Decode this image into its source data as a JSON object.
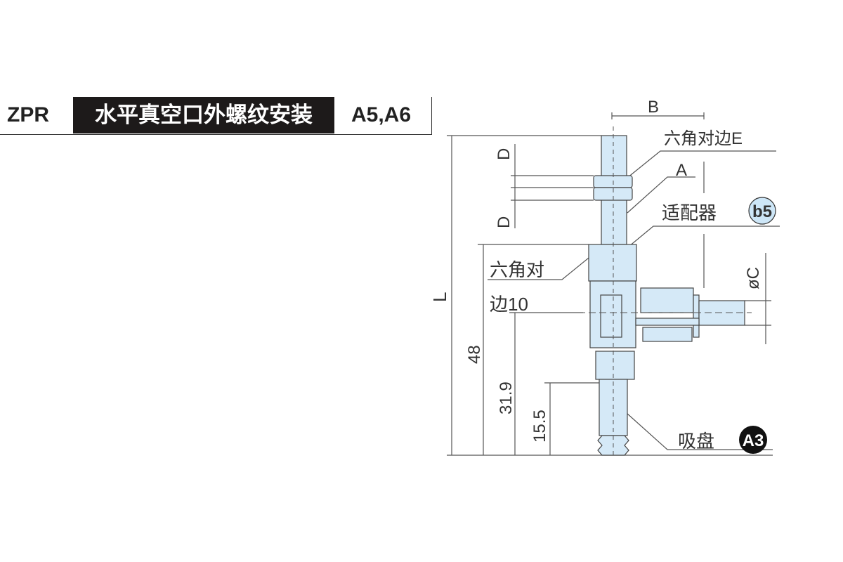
{
  "header": {
    "model": "ZPR",
    "title": "水平真空口外螺纹安装",
    "ports": "A5,A6"
  },
  "labels": {
    "B": "B",
    "hex_E": "六角对边E",
    "A": "A",
    "adapter": "适配器",
    "adapter_badge": "b5",
    "D_top": "D",
    "D_bottom": "D",
    "hex10_line1": "六角对",
    "hex10_line2": "边10",
    "phiC": "øC",
    "L": "L",
    "dim48": "48",
    "dim31_9": "31.9",
    "dim15_5": "15.5",
    "pad": "吸盘",
    "pad_badge": "A3"
  },
  "colors": {
    "part_fill": "#d5e9f7",
    "badge_b5": "#cde6f7",
    "badge_a3": "#111111",
    "line": "#555555"
  }
}
